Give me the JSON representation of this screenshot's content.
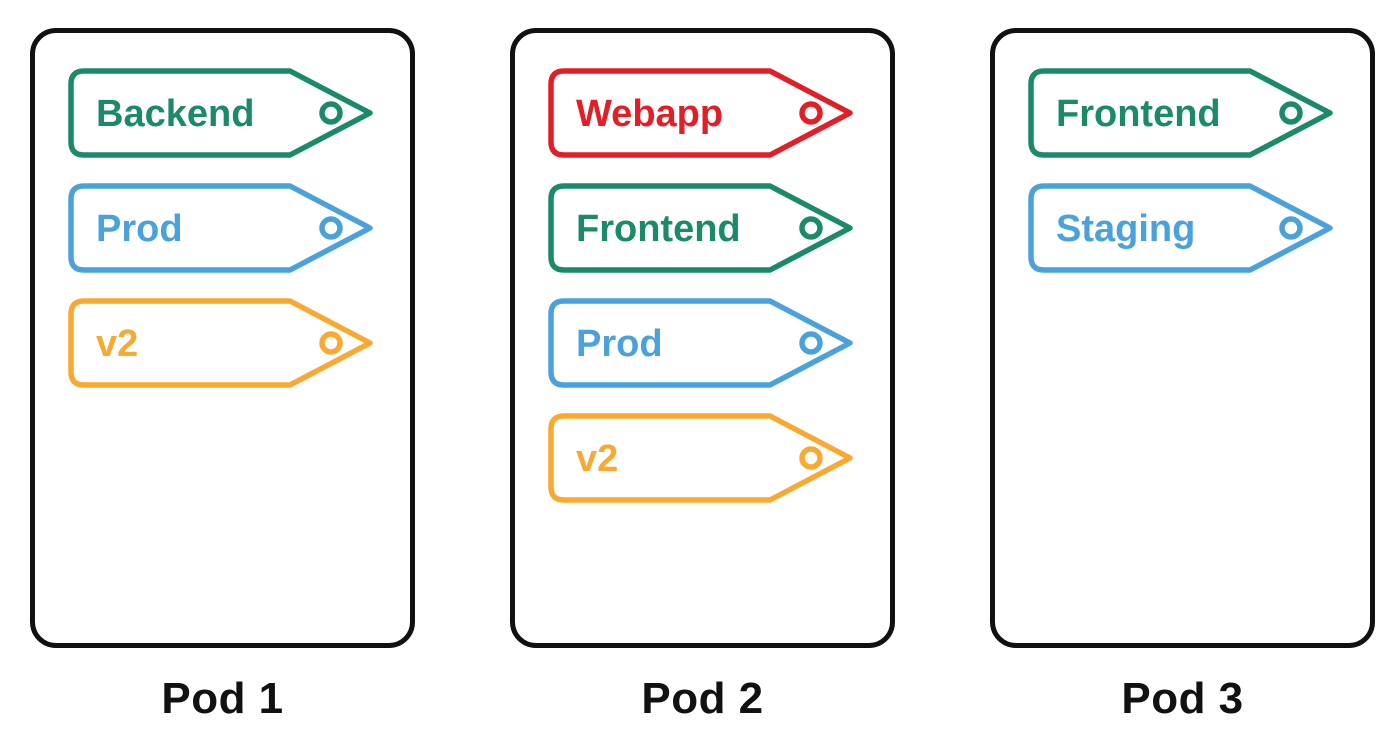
{
  "diagram": {
    "description": "Three pods each holding tag labels",
    "colors": {
      "green": "#1a8a6a",
      "blue": "#4aa2dd",
      "orange": "#f9a931",
      "red": "#e21e26",
      "outline": "#111111",
      "background": "#ffffff"
    },
    "pods": [
      {
        "label": "Pod 1",
        "tags": [
          {
            "text": "Backend",
            "color": "green"
          },
          {
            "text": "Prod",
            "color": "blue"
          },
          {
            "text": "v2",
            "color": "orange"
          }
        ]
      },
      {
        "label": "Pod 2",
        "tags": [
          {
            "text": "Webapp",
            "color": "red"
          },
          {
            "text": "Frontend",
            "color": "green"
          },
          {
            "text": "Prod",
            "color": "blue"
          },
          {
            "text": "v2",
            "color": "orange"
          }
        ]
      },
      {
        "label": "Pod 3",
        "tags": [
          {
            "text": "Frontend",
            "color": "green"
          },
          {
            "text": "Staging",
            "color": "blue"
          }
        ]
      }
    ]
  }
}
